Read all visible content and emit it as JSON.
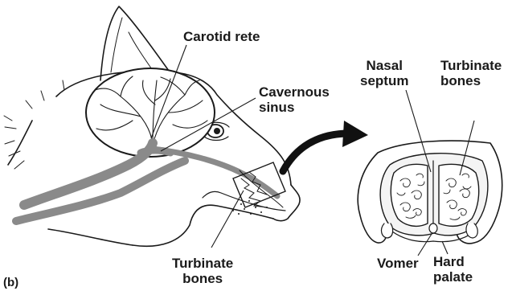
{
  "panel_label": "(b)",
  "labels": {
    "carotid_rete": "Carotid rete",
    "cavernous_sinus": [
      "Cavernous",
      "sinus"
    ],
    "turbinate_bones_head": [
      "Turbinate",
      "bones"
    ],
    "nasal_septum": [
      "Nasal",
      "septum"
    ],
    "turbinate_bones_section": [
      "Turbinate",
      "bones"
    ],
    "vomer": "Vomer",
    "hard_palate": [
      "Hard",
      "palate"
    ]
  },
  "colors": {
    "vessel": "#8a8a8a",
    "outline": "#1a1a1a",
    "arrow": "#111111",
    "bone_fill": "#f4f4f4"
  }
}
